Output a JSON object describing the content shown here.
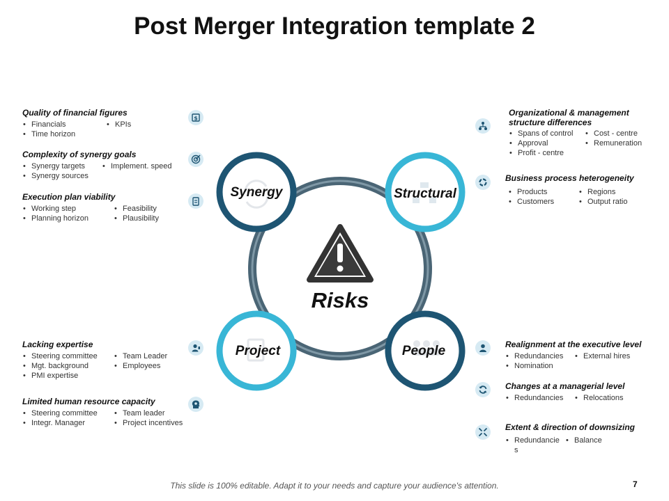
{
  "title": "Post Merger Integration template 2",
  "center_label": "Risks",
  "nodes": {
    "synergy": "Synergy",
    "structural": "Structural",
    "project": "Project",
    "people": "People"
  },
  "colors": {
    "dark": "#1e5573",
    "light": "#38b6d6",
    "ring": "#4a6575",
    "icon_bg": "#d6eaf3"
  },
  "left_top": [
    {
      "heading": "Quality of financial figures",
      "col1": [
        "Financials",
        "Time horizon"
      ],
      "col2": [
        "KPIs"
      ],
      "icon": "dollar-document-icon"
    },
    {
      "heading": "Complexity of synergy goals",
      "col1": [
        "Synergy targets",
        "Synergy sources"
      ],
      "col2": [
        "Implement. speed"
      ],
      "icon": "target-icon"
    },
    {
      "heading": "Execution plan viability",
      "col1": [
        "Working step",
        "Planning horizon"
      ],
      "col2": [
        "Feasibility",
        "Plausibility"
      ],
      "icon": "clipboard-icon"
    }
  ],
  "right_top": [
    {
      "heading_line1": "Organizational & management",
      "heading_line2": "structure  differences",
      "col1": [
        "Spans of control",
        "Approval",
        "Profit - centre"
      ],
      "col2": [
        "Cost - centre",
        "Remuneration"
      ],
      "icon": "org-chart-icon"
    },
    {
      "heading": "Business  process  heterogeneity",
      "col1": [
        "Products",
        "Customers"
      ],
      "col2": [
        "Regions",
        "Output ratio"
      ],
      "icon": "cycle-icon"
    }
  ],
  "left_bottom": [
    {
      "heading": "Lacking expertise",
      "col1": [
        "Steering committee",
        "Mgt. background",
        "PMI  expertise"
      ],
      "col2": [
        "Team Leader",
        "Employees"
      ],
      "icon": "user-icon"
    },
    {
      "heading": "Limited human resource  capacity",
      "col1": [
        "Steering committee",
        "Integr. Manager"
      ],
      "col2": [
        "Team leader",
        "Project incentives"
      ],
      "icon": "head-gear-icon"
    }
  ],
  "right_bottom": [
    {
      "heading": "Realignment at the executive  level",
      "col1": [
        "Redundancies",
        "Nomination"
      ],
      "col2": [
        "External hires"
      ],
      "icon": "person-icon"
    },
    {
      "heading": "Changes  at  a managerial level",
      "col1": [
        "Redundancies"
      ],
      "col2": [
        "Relocations"
      ],
      "icon": "refresh-icon"
    },
    {
      "heading": "Extent & direction of downsizing",
      "col1": [
        "Redundancie",
        "s"
      ],
      "col2": [
        "Balance"
      ],
      "icon": "shrink-arrows-icon"
    }
  ],
  "footer": "This slide is 100% editable. Adapt it to your needs and capture your audience's attention.",
  "page_number": "7"
}
